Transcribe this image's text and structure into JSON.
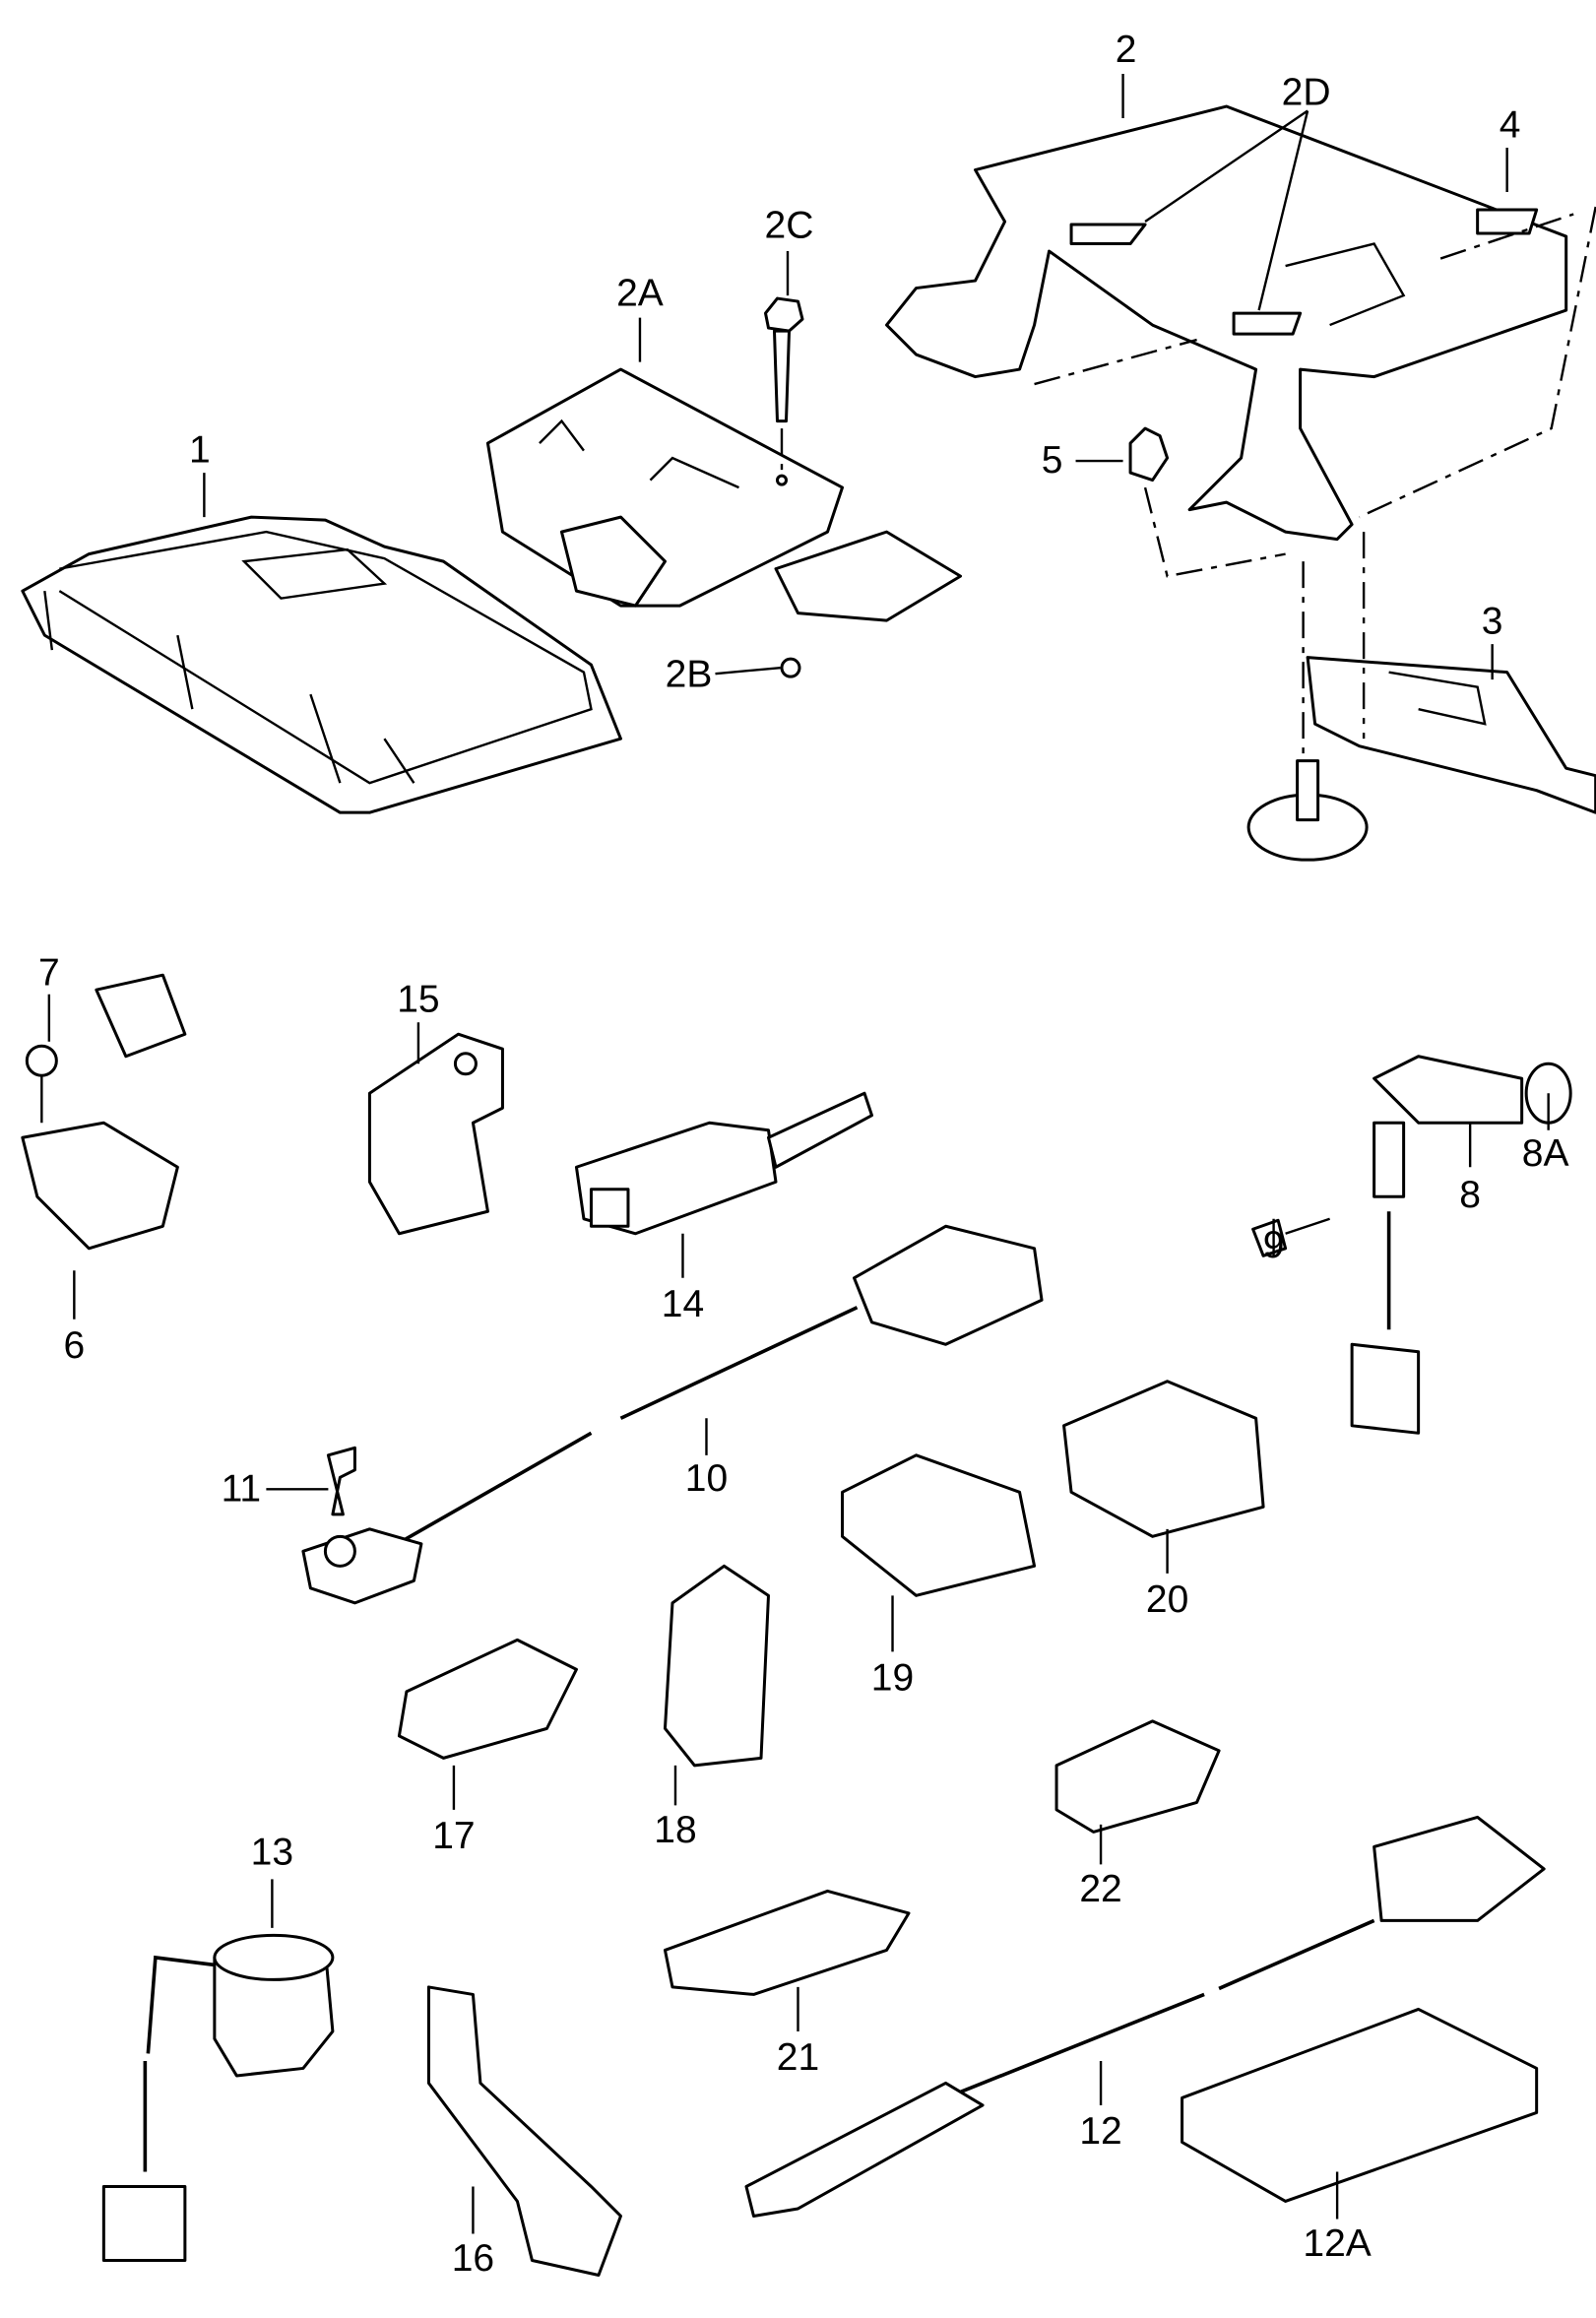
{
  "diagram": {
    "type": "exploded-parts-view",
    "line_color": "#000000",
    "background": "#ffffff",
    "callouts": {
      "c1": "1",
      "c2": "2",
      "c2A": "2A",
      "c2B": "2B",
      "c2C": "2C",
      "c2D": "2D",
      "c3": "3",
      "c4": "4",
      "c5": "5",
      "c6": "6",
      "c7": "7",
      "c8": "8",
      "c8A": "8A",
      "c9": "9",
      "c10": "10",
      "c11": "11",
      "c12": "12",
      "c12A": "12A",
      "c13": "13",
      "c14": "14",
      "c15": "15",
      "c16": "16",
      "c17": "17",
      "c18": "18",
      "c19": "19",
      "c20": "20",
      "c21": "21",
      "c22": "22"
    }
  }
}
